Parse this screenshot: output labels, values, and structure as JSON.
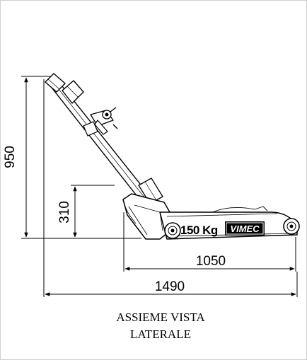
{
  "dimensions": {
    "height_total": "950",
    "height_handle": "310",
    "base_length": "1050",
    "overall_length": "1490"
  },
  "machine": {
    "capacity_label": "150 Kg",
    "brand_logo": "VIMEC"
  },
  "caption": {
    "line1": "ASSIEME VISTA",
    "line2": "LATERALE"
  }
}
